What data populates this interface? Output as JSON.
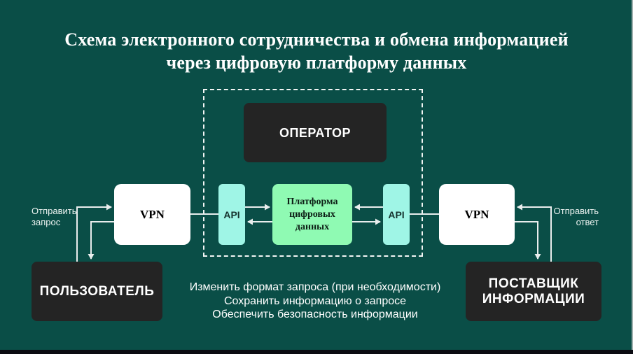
{
  "title": {
    "line1": "Схема электронного сотрудничества и обмена информацией",
    "line2": "через цифровую платформу данных"
  },
  "nodes": {
    "operator": "ОПЕРАТОР",
    "vpn_left": "VPN",
    "api_left": "API",
    "platform": "Платформа цифровых данных",
    "api_right": "API",
    "vpn_right": "VPN",
    "user": "ПОЛЬЗОВАТЕЛЬ",
    "provider": "ПОСТАВЩИК ИНФОРМАЦИИ"
  },
  "edge_labels": {
    "send_request": "Отправить запрос",
    "send_response": "Отправить ответ"
  },
  "notes": {
    "lines": [
      "Изменить формат запроса (при необходимости)",
      "Сохранить информацию о запросе",
      "Обеспечить безопасность информации"
    ]
  },
  "colors": {
    "background": "#0a4e47",
    "dark_box": "#242424",
    "white_box": "#ffffff",
    "api_box": "#9ff5e6",
    "platform_box": "#8ffab3",
    "line": "#e9eded",
    "dashed_border": "#f2f5f4",
    "bottom_strip": "#0b0b11"
  }
}
